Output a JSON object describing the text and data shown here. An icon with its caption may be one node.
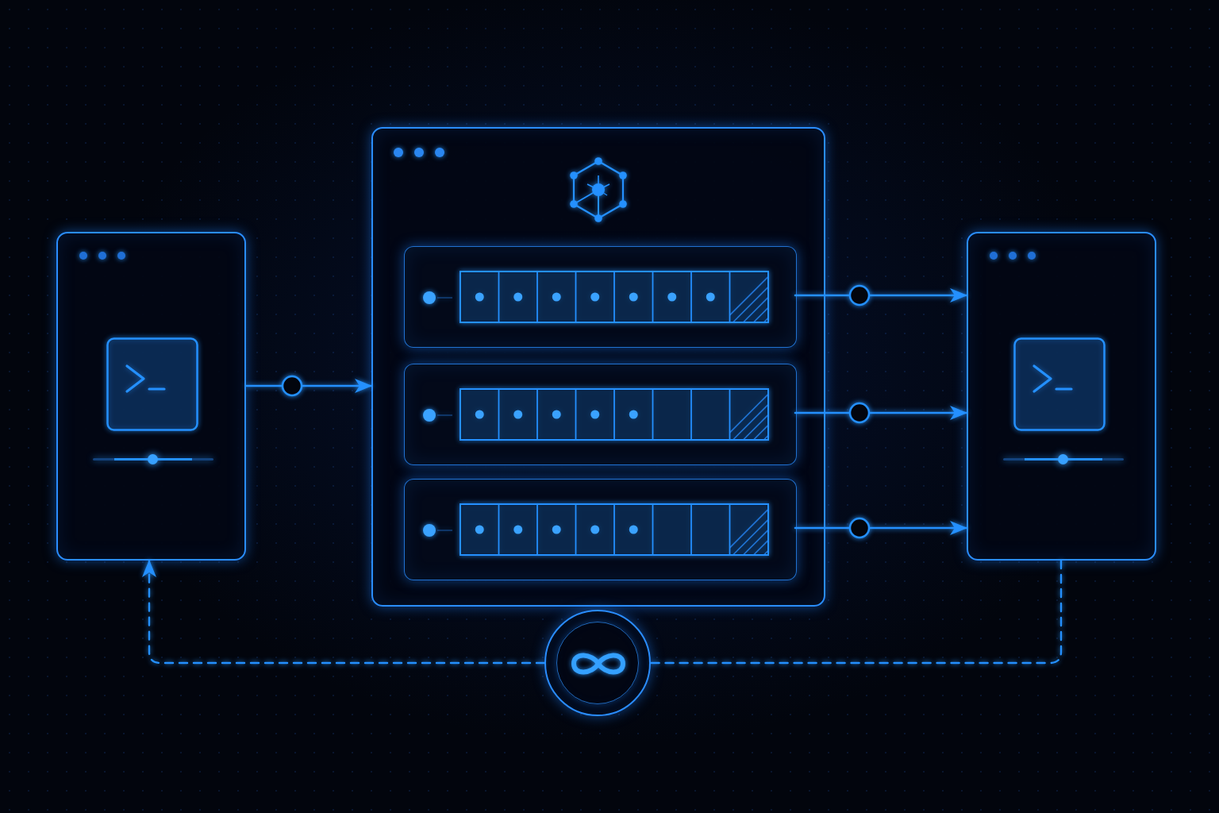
{
  "diagram": {
    "nodes": [
      {
        "text": [],
        "shape": "box"
      },
      {
        "text": [],
        "shape": "box"
      },
      {
        "text": [],
        "shape": "box",
        "in": 1
      },
      {
        "text": [],
        "shape": "box",
        "in": 1
      },
      {
        "text": [],
        "shape": "box",
        "in": 1
      },
      {
        "text": [],
        "shape": "box"
      },
      {
        "text": [],
        "shape": "circle"
      }
    ],
    "edges": [
      {
        "from": 0,
        "to": 1,
        "arrow": "to"
      },
      {
        "from": 2,
        "to": 5,
        "arrow": "to"
      },
      {
        "from": 3,
        "to": 5,
        "arrow": "to"
      },
      {
        "from": 4,
        "to": 5,
        "arrow": "to"
      },
      {
        "from": 5,
        "to": 6,
        "arrow": "none",
        "style": "dashed"
      },
      {
        "from": 6,
        "to": 0,
        "arrow": "to",
        "style": "dashed"
      }
    ]
  }
}
